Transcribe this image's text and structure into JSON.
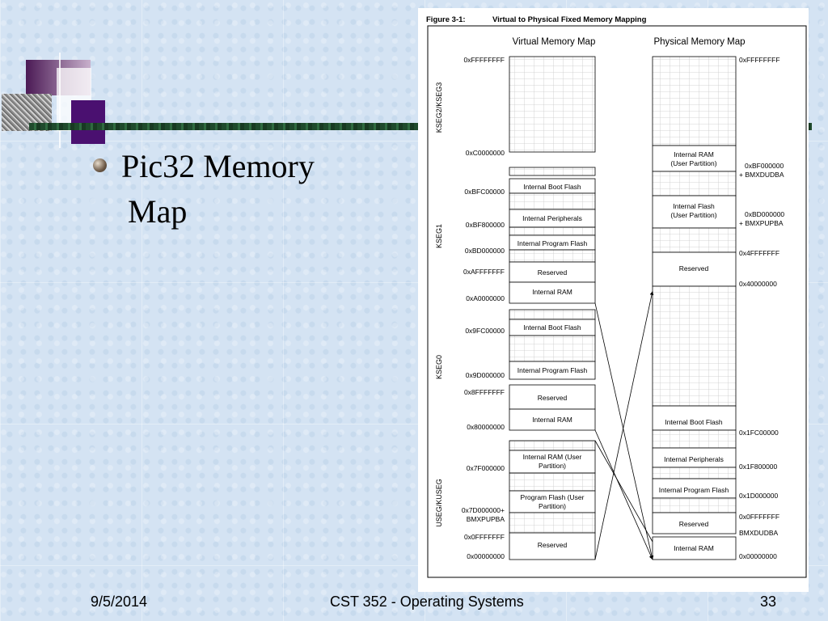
{
  "slide": {
    "title_line1": "Pic32 Memory",
    "title_line2": "Map",
    "footer_date": "9/5/2014",
    "footer_course": "CST 352 - Operating Systems",
    "footer_page": "33"
  },
  "figure": {
    "caption_label": "Figure 3-1:",
    "caption_title": "Virtual to Physical Fixed Memory Mapping",
    "virtual_heading": "Virtual Memory Map",
    "physical_heading": "Physical Memory Map",
    "segments": [
      "KSEG2/KSEG3",
      "KSEG1",
      "KSEG0",
      "USEG/KUSEG"
    ],
    "virtual_blocks": [
      "Internal Boot Flash",
      "Internal Peripherals",
      "Internal Program Flash",
      "Reserved",
      "Internal RAM",
      "Internal Boot Flash",
      "Internal Program Flash",
      "Reserved",
      "Internal RAM",
      "Internal RAM (User",
      "Partition)",
      "Program Flash (User",
      "Partition)",
      "Reserved"
    ],
    "virtual_addresses": [
      "0xFFFFFFFF",
      "0xC0000000",
      "0xBFC00000",
      "0xBF800000",
      "0xBD000000",
      "0xAFFFFFFF",
      "0xA0000000",
      "0x9FC00000",
      "0x9D000000",
      "0x8FFFFFFF",
      "0x80000000",
      "0x7F000000",
      "0x7D000000+",
      "BMXPUPBA",
      "0x0FFFFFFF",
      "0x00000000"
    ],
    "physical_blocks": [
      "Internal RAM",
      "(User Partition)",
      "Internal Flash",
      "(User Partition)",
      "Reserved",
      "Internal Boot Flash",
      "Internal Peripherals",
      "Internal Program Flash",
      "Reserved",
      "Internal RAM"
    ],
    "physical_addresses": [
      "0xFFFFFFFF",
      "0xBF000000",
      "+ BMXDUDBA",
      "0xBD000000",
      "+ BMXPUPBA",
      "0x4FFFFFFF",
      "0x40000000",
      "0x1FC00000",
      "0x1F800000",
      "0x1D000000",
      "0x0FFFFFFF",
      "BMXDUDBA",
      "0x00000000"
    ]
  }
}
